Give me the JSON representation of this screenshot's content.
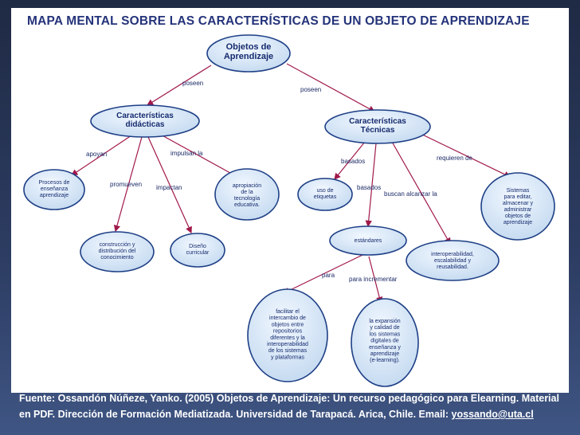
{
  "title": "MAPA MENTAL SOBRE LAS CARACTERÍSTICAS DE UN OBJETO DE APRENDIZAJE",
  "nodes": {
    "root": [
      "Objetos de",
      "Aprendizaje"
    ],
    "didacticas": [
      "Características",
      "didácticas"
    ],
    "tecnicas": [
      "Características",
      "Técnicas"
    ],
    "procesos": [
      "Procesos de",
      "enseñanza",
      "aprendizaje"
    ],
    "construccion": [
      "construcción y",
      "distribución del",
      "conocimiento"
    ],
    "diseno": [
      "Diseño",
      "curricular"
    ],
    "apropiacion": [
      "apropiación",
      "de la",
      "tecnología",
      "educativa."
    ],
    "etiquetas": [
      "uso de",
      "etiquetas"
    ],
    "estandares": [
      "estándares"
    ],
    "interoperabilidad": [
      "interoperabilidad,",
      "escalabilidad y",
      "reusabilidad."
    ],
    "sistemas": [
      "Sistemas",
      "para editar,",
      "almacenar y",
      "administrar",
      "objetos de",
      "aprendizaje"
    ],
    "facilitar": [
      "facilitar  el",
      "intercambio de",
      "objetos entre",
      "repositorios",
      "diferentes y la",
      "interoperabilidad",
      "de los sistemas",
      "y plataformas"
    ],
    "expansion": [
      "la expansión",
      "y calidad de",
      "los sistemas",
      "digitales de",
      "enseñanza y",
      "aprendizaje",
      "(e-learning)."
    ]
  },
  "links": {
    "poseen_left": "poseen",
    "poseen_right": "poseen",
    "apoyan": "apoyan",
    "impulsan": "impulsan la",
    "promueven": "promueven",
    "impactan": "impactan",
    "basados1": "basados",
    "basados2": "basados",
    "requieren": "requieren de",
    "buscan": "buscan alcanzar la",
    "para": "para",
    "para_incrementar": "para incrementar"
  },
  "footer": {
    "fuente_label": "Fuente: ",
    "author": "Ossandón Núñeze, Yanko. (2005)",
    "work_title": "Objetos de Aprendizaje",
    "rest1": ": Un recurso pedagógico para Elearning. Material en PDF. Dirección de Formación Mediatizada. Universidad de Tarapacá.  Arica, Chile.   ",
    "email_label": "Email: ",
    "email": "yossando@uta.cl"
  },
  "colors": {
    "node_fill": "#cfe1f4",
    "node_stroke": "#1e3f86",
    "arrow": "#a0184a",
    "title": "#24337a",
    "background": "#2d3d63"
  }
}
